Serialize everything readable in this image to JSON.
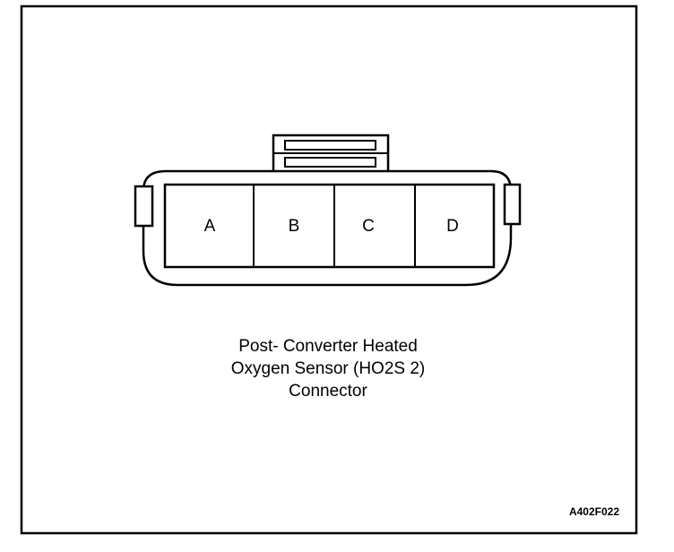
{
  "connector": {
    "pins": [
      "A",
      "B",
      "C",
      "D"
    ]
  },
  "caption": {
    "line1": "Post- Converter Heated",
    "line2": "Oxygen Sensor (HO2S 2)",
    "line3": "Connector"
  },
  "figure_id": "A402F022",
  "colors": {
    "ink": "#000000",
    "paper": "#ffffff"
  }
}
